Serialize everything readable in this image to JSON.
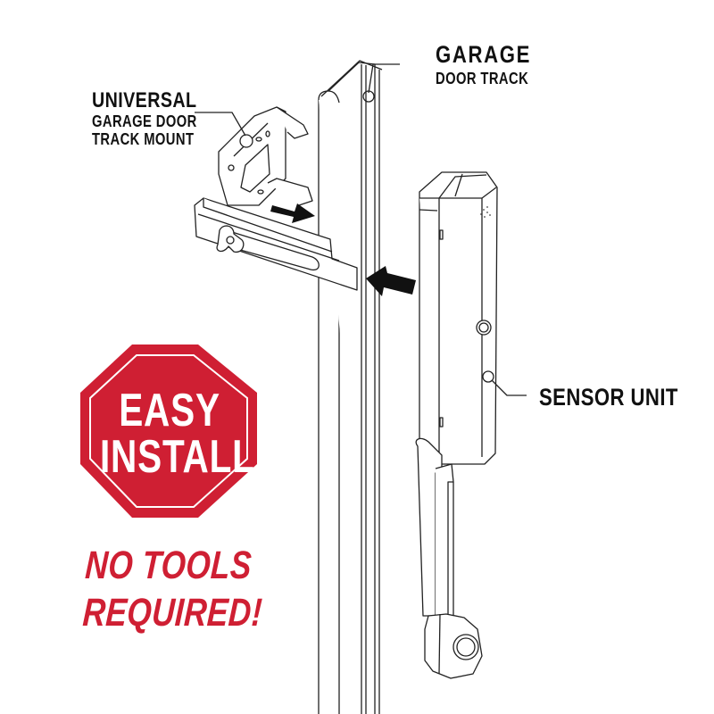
{
  "labels": {
    "mount": {
      "line1": "UNIVERSAL",
      "line2": "GARAGE DOOR",
      "line3": "TRACK MOUNT"
    },
    "track": {
      "line1": "GARAGE",
      "line2": "DOOR TRACK"
    },
    "sensor": {
      "line1": "SENSOR UNIT"
    }
  },
  "sign": {
    "shape": "octagon",
    "line1": "EASY",
    "line2": "INSTALL",
    "color": "#cf1f33",
    "text_color": "#ffffff"
  },
  "tagline": {
    "line1": "NO TOOLS",
    "line2": "REQUIRED!",
    "color": "#cf1f33"
  },
  "icons": {
    "arrow_right": "arrow-right-icon",
    "arrow_left": "arrow-left-icon"
  },
  "colors": {
    "background": "#ffffff",
    "line": "#222222",
    "accent": "#cf1f33"
  }
}
